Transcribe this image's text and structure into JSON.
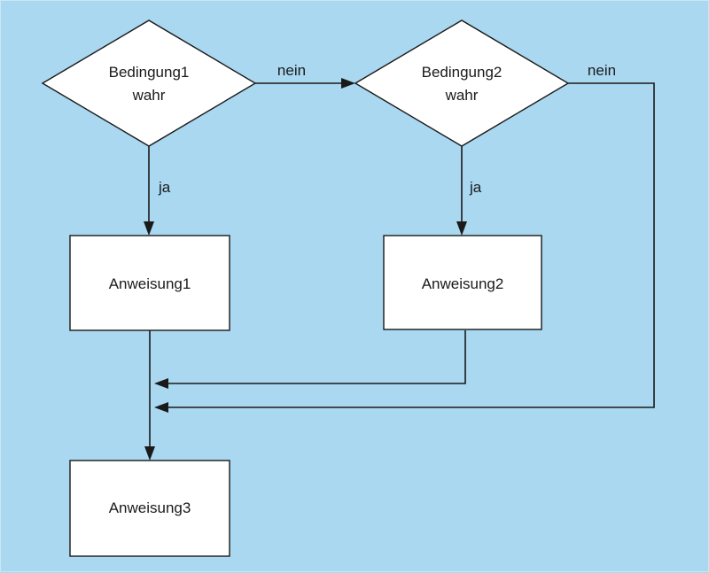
{
  "nodes": {
    "condition1": {
      "line1": "Bedingung1",
      "line2": "wahr"
    },
    "condition2": {
      "line1": "Bedingung2",
      "line2": "wahr"
    },
    "statement1": {
      "label": "Anweisung1"
    },
    "statement2": {
      "label": "Anweisung2"
    },
    "statement3": {
      "label": "Anweisung3"
    }
  },
  "edges": {
    "c1_yes": "ja",
    "c1_no": "nein",
    "c2_yes": "ja",
    "c2_no": "nein"
  }
}
